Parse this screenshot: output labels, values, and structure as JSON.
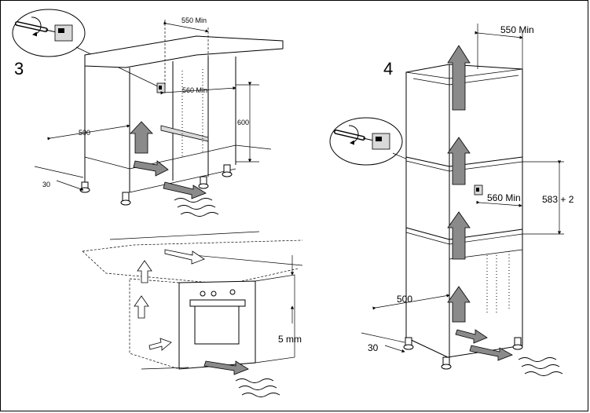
{
  "steps": {
    "step3": {
      "number": "3"
    },
    "step4": {
      "number": "4"
    }
  },
  "dimensions": {
    "d3_550": "550 Min",
    "d3_560": "560 Min",
    "d3_600": "600",
    "d3_500": "500",
    "d3_30": "30",
    "d_5mm": "5 mm",
    "d4_550": "550 Min",
    "d4_560": "560 Min",
    "d4_583": "583 + 2",
    "d4_500": "500",
    "d4_30": "30"
  },
  "colors": {
    "arrow_fill": "#8a8a8a",
    "line": "#000000"
  }
}
